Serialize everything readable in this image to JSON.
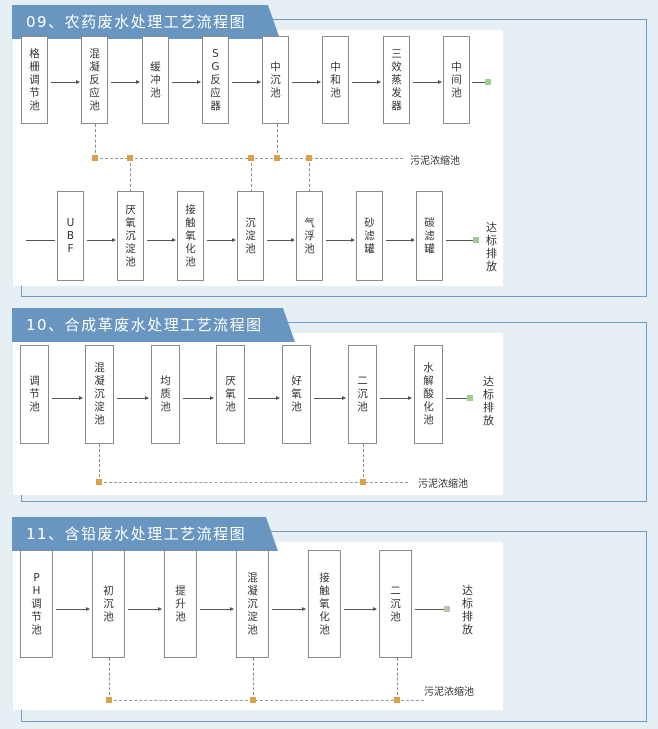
{
  "diagrams": [
    {
      "title": "09、农药废水处理工艺流程图",
      "top_row": [
        "格栅调节池",
        "混凝反应池",
        "缓冲池",
        "SG反应器",
        "中沉池",
        "中和池",
        "三效蒸发器",
        "中间池"
      ],
      "bottom_row": [
        "UBF",
        "厌氧沉淀池",
        "接触氧化池",
        "沉淀池",
        "气浮池",
        "砂滤罐",
        "碳滤罐"
      ],
      "sludge_label": "污泥浓缩池",
      "output_label": "达标排放"
    },
    {
      "title": "10、合成革废水处理工艺流程图",
      "row": [
        "调节池",
        "混凝沉淀池",
        "均质池",
        "厌氧池",
        "好氧池",
        "二沉池",
        "水解酸化池"
      ],
      "sludge_label": "污泥浓缩池",
      "output_label": "达标排放"
    },
    {
      "title": "11、含铅废水处理工艺流程图",
      "row": [
        "PH调节池",
        "初沉池",
        "提升池",
        "混凝沉淀池",
        "接触氧化池",
        "二沉池"
      ],
      "sludge_label": "污泥浓缩池",
      "output_label": "达标排放"
    }
  ],
  "colors": {
    "banner": "#6996c0",
    "frame": "#6f9cc6",
    "background": "#e6eff3",
    "sludge_node": "#d9a24a",
    "output_node": "#9ccf8f"
  }
}
